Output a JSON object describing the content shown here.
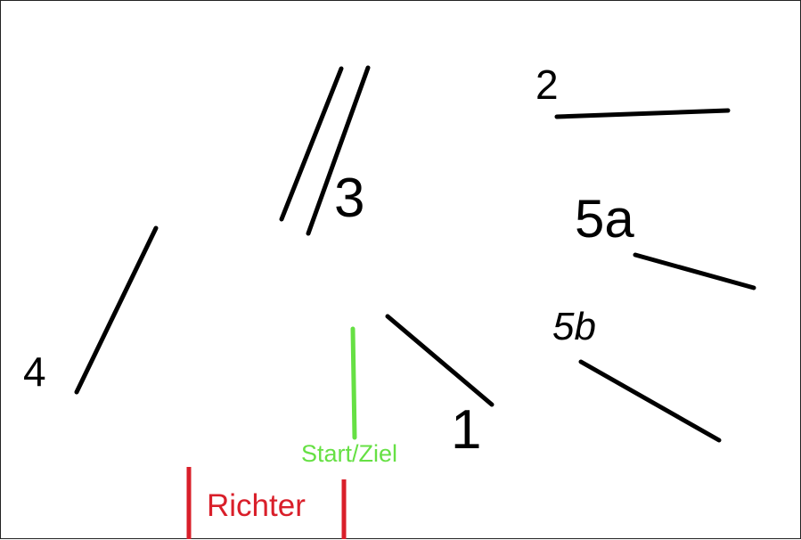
{
  "diagram": {
    "colors": {
      "obstacle": "#000000",
      "start_finish": "#66e044",
      "judge": "#d91f2a",
      "background": "#ffffff"
    },
    "labels": {
      "obstacle_1": "1",
      "obstacle_2": "2",
      "obstacle_3": "3",
      "obstacle_4": "4",
      "obstacle_5a": "5a",
      "obstacle_5b": "5b",
      "start_finish": "Start/Ziel",
      "judge": "Richter"
    }
  }
}
